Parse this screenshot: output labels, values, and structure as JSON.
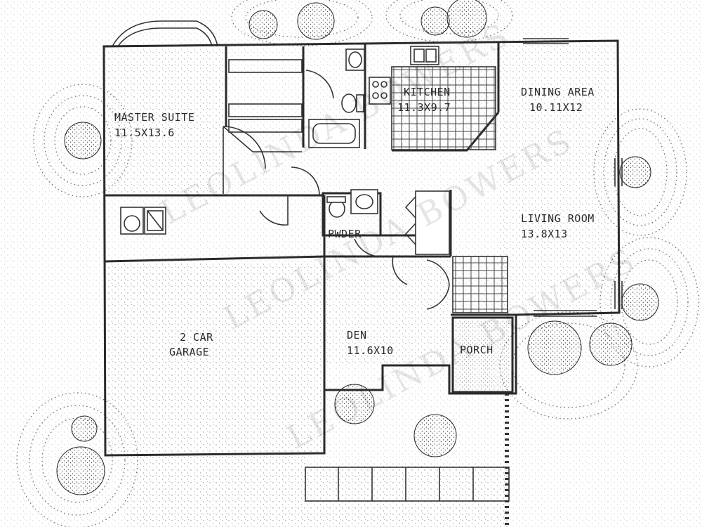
{
  "rooms": [
    {
      "id": "master",
      "name": "MASTER SUITE",
      "dims": "11.5X13.6"
    },
    {
      "id": "kitchen",
      "name": "KITCHEN",
      "dims": "11.3X9.7"
    },
    {
      "id": "dining",
      "name": "DINING AREA",
      "dims": "10.11X12"
    },
    {
      "id": "living",
      "name": "LIVING ROOM",
      "dims": "13.8X13"
    },
    {
      "id": "garage",
      "name": "2 CAR",
      "dims": "GARAGE"
    },
    {
      "id": "pwder",
      "name": "PWDER",
      "dims": ""
    },
    {
      "id": "den",
      "name": "DEN",
      "dims": "11.6X10"
    },
    {
      "id": "porch",
      "name": "PORCH",
      "dims": ""
    }
  ],
  "watermark": "LEOLINDA BOWERS",
  "colors": {
    "line": "#2b2b2b",
    "paper": "#ffffff",
    "texture": "#6a6a6a"
  },
  "icons": [
    "tree-icon",
    "shrub-icon",
    "bathtub-icon",
    "toilet-icon",
    "sink-icon",
    "stove-icon",
    "washer-icon",
    "dryer-icon",
    "door-swing-icon"
  ]
}
